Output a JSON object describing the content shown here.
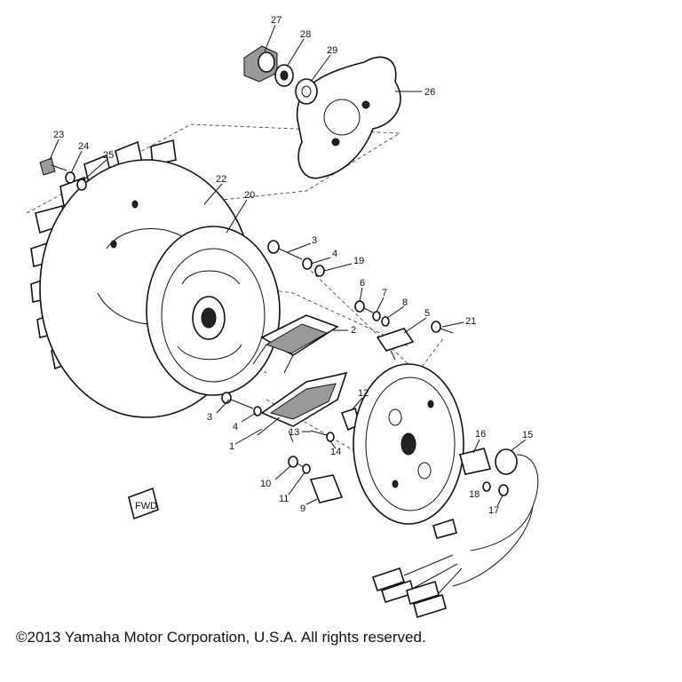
{
  "callouts": {
    "c27": "27",
    "c28": "28",
    "c29": "29",
    "c26": "26",
    "c23": "23",
    "c24": "24",
    "c25": "25",
    "c22": "22",
    "c20": "20",
    "c3a": "3",
    "c4a": "4",
    "c19": "19",
    "c6": "6",
    "c7": "7",
    "c8": "8",
    "c5": "5",
    "c21": "21",
    "c2": "2",
    "c12": "12",
    "c3b": "3",
    "c4b": "4",
    "c1": "1",
    "c13": "13",
    "c14": "14",
    "c16": "16",
    "c15": "15",
    "c10": "10",
    "c11": "11",
    "c9": "9",
    "c18": "18",
    "c17": "17"
  },
  "fwd_tag": "FWD",
  "copyright": "©2013 Yamaha Motor Corporation, U.S.A. All rights reserved."
}
